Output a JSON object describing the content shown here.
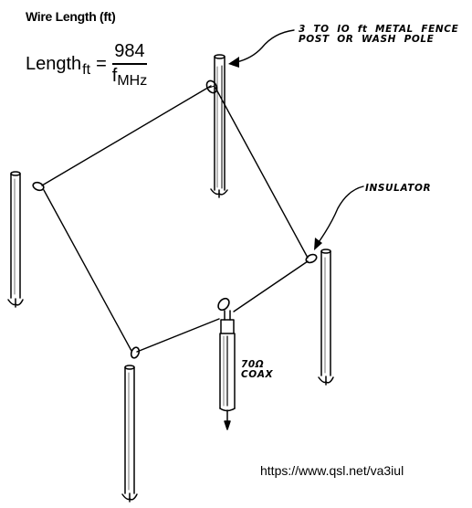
{
  "header": {
    "title": "Wire Length (ft)"
  },
  "formula": {
    "lhs_base": "Length",
    "lhs_subscript": "ft",
    "equals": "=",
    "numerator": "984",
    "denominator_base": "f",
    "denominator_subscript": "MHz"
  },
  "callouts": {
    "post_line1": "3  TO  IO  ft  METAL  FENCE",
    "post_line2": "POST  OR  WASH  POLE",
    "insulator": "INSULATOR",
    "coax_line1": "70Ω",
    "coax_line2": "COAX"
  },
  "footer": {
    "url": "https://www.qsl.net/va3iul"
  },
  "colors": {
    "ink": "#000000",
    "background": "#ffffff"
  }
}
